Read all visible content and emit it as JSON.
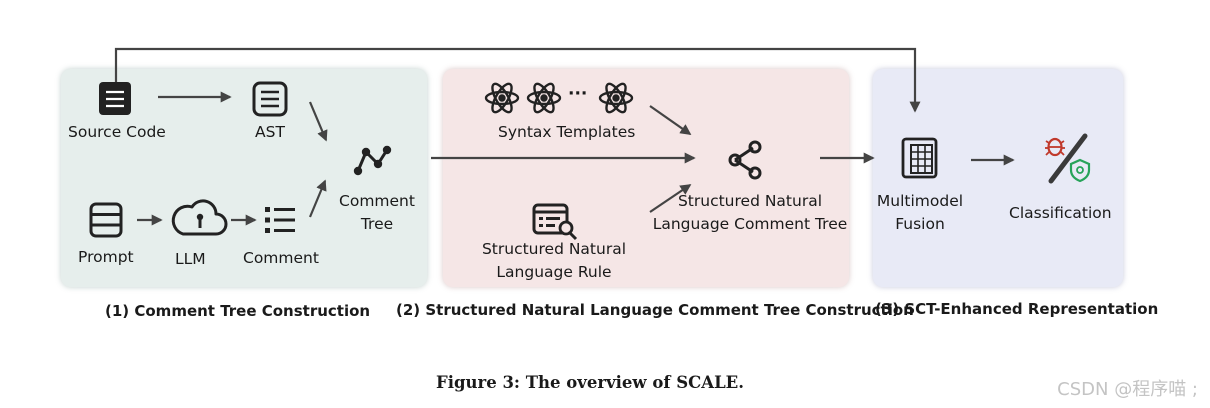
{
  "panels": {
    "p1": {
      "caption": "(1) Comment Tree Construction",
      "source_code": "Source Code",
      "ast": "AST",
      "comment_tree": [
        "Comment",
        "Tree"
      ],
      "prompt": "Prompt",
      "llm": "LLM",
      "comment": "Comment"
    },
    "p2": {
      "caption": "(2) Structured Natural Language Comment Tree Construction",
      "ellipsis": "···",
      "syntax_templates": "Syntax Templates",
      "sn_rule": [
        "Structured Natural",
        "Language Rule"
      ],
      "sn_tree": [
        "Structured Natural",
        "Language Comment Tree"
      ]
    },
    "p3": {
      "caption": "(3) SCT-Enhanced Representation",
      "fusion": [
        "Multimodel",
        "Fusion"
      ],
      "classification": "Classification"
    }
  },
  "figure_caption": "Figure 3: The overview of SCALE.",
  "watermark": "CSDN @程序喵 ;",
  "colors": {
    "icon": "#222222",
    "arrow": "#444444",
    "bug": "#c0392b",
    "shield": "#27a35a"
  }
}
